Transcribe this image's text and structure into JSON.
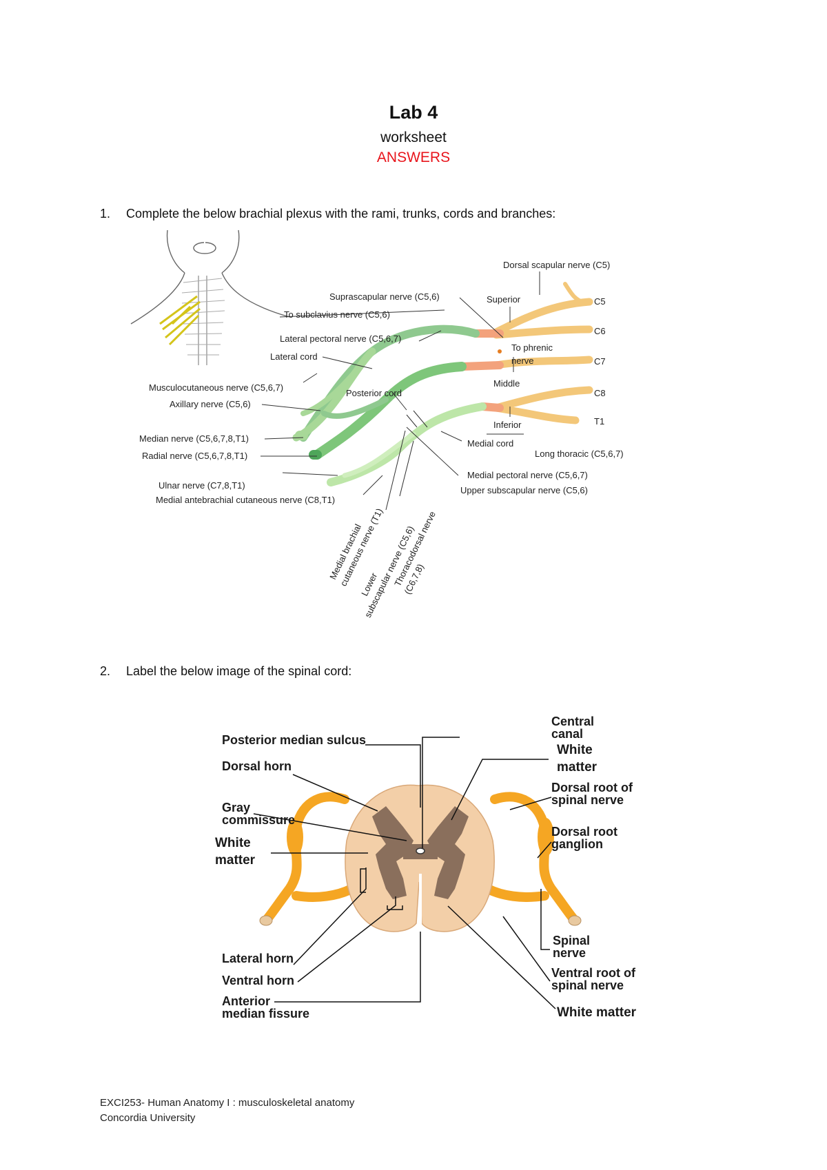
{
  "header": {
    "title": "Lab 4",
    "subtitle": "worksheet",
    "answers": "ANSWERS"
  },
  "q1": {
    "number": "1.",
    "text": "Complete the below brachial plexus with the rami, trunks, cords and branches:"
  },
  "plexus": {
    "labels": {
      "dorsal_scapular": "Dorsal scapular nerve (C5)",
      "suprascapular": "Suprascapular nerve (C5,6)",
      "superior": "Superior",
      "c5": "C5",
      "to_subclavius": "To subclavius nerve (C5,6)",
      "c6": "C6",
      "lateral_pectoral": "Lateral pectoral nerve (C5,6,7)",
      "to_phrenic_1": "To phrenic",
      "to_phrenic_2": "nerve",
      "lateral_cord": "Lateral cord",
      "c7": "C7",
      "middle": "Middle",
      "musculocutaneous": "Musculocutaneous nerve (C5,6,7)",
      "posterior_cord": "Posterior cord",
      "c8": "C8",
      "axillary": "Axillary nerve (C5,6)",
      "inferior": "Inferior",
      "t1": "T1",
      "median": "Median nerve (C5,6,7,8,T1)",
      "medial_cord": "Medial cord",
      "radial": "Radial nerve (C5,6,7,8,T1)",
      "long_thoracic": "Long thoracic (C5,6,7)",
      "medial_pectoral": "Medial pectoral nerve (C5,6,7)",
      "ulnar": "Ulnar nerve (C7,8,T1)",
      "upper_subscapular": "Upper subscapular nerve (C5,6)",
      "medial_antebrachial": "Medial antebrachial cutaneous nerve (C8,T1)",
      "medial_brachial_1": "Medial brachial",
      "medial_brachial_2": "cutaneous nerve (T1)",
      "lower_subscap_1": "Lower",
      "lower_subscap_2": "subscapular nerve (C5,6)",
      "thoracodorsal_1": "Thoracodorsal nerve",
      "thoracodorsal_2": "(C6,7,8)"
    }
  },
  "q2": {
    "number": "2.",
    "text": "Label the below image of the spinal cord:"
  },
  "spinal": {
    "labels": {
      "posterior_median_sulcus": "Posterior median sulcus",
      "central_canal_1": "Central",
      "central_canal_2": "canal",
      "white_matter_r_1": "White",
      "white_matter_r_2": "matter",
      "dorsal_horn": "Dorsal horn",
      "dorsal_root_1": "Dorsal root of",
      "dorsal_root_2": "spinal nerve",
      "gray_commissure_1": "Gray",
      "gray_commissure_2": "commissure",
      "dorsal_root_ganglion_1": "Dorsal root",
      "dorsal_root_ganglion_2": "ganglion",
      "white_matter_l_1": "White",
      "white_matter_l_2": "matter",
      "spinal_nerve_1": "Spinal",
      "spinal_nerve_2": "nerve",
      "lateral_horn": "Lateral horn",
      "ventral_root_1": "Ventral root of",
      "ventral_root_2": "spinal nerve",
      "ventral_horn": "Ventral horn",
      "anterior_median_1": "Anterior",
      "anterior_median_2": "median fissure",
      "white_matter_bottom": "White matter"
    }
  },
  "footer": {
    "line1": "EXCI253- Human Anatomy I : musculoskeletal anatomy",
    "line2": "Concordia University"
  }
}
